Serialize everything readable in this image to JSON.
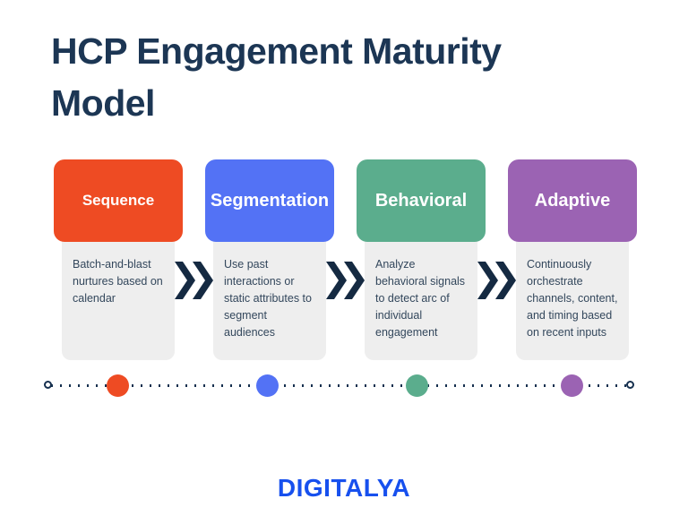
{
  "title": {
    "line1": "HCP Engagement Maturity",
    "line2": "Model"
  },
  "stages": [
    {
      "name": "Sequence",
      "description": "Batch-and-blast nurtures based on calendar",
      "color": "#EE4B23"
    },
    {
      "name": "Segmentation",
      "description": "Use past interactions or static attributes to segment audiences",
      "color": "#5372F5"
    },
    {
      "name": "Behavioral",
      "description": "Analyze behavioral signals to detect arc of individual engagement",
      "color": "#5BAD8D"
    },
    {
      "name": "Adaptive",
      "description": "Continuously orchestrate channels, content, and timing based on recent inputs",
      "color": "#9B63B3"
    }
  ],
  "timeline": {
    "line_color": "#16304F",
    "dots": [
      {
        "color": "#EE4B23"
      },
      {
        "color": "#5372F5"
      },
      {
        "color": "#5BAD8D"
      },
      {
        "color": "#9B63B3"
      }
    ]
  },
  "logo": {
    "text": "DIGITALYA",
    "color": "#1750EE"
  },
  "colors": {
    "title": "#1C3654",
    "body_text": "#33475C",
    "card_bg": "#EEEEEE",
    "chevron": "#152A42",
    "background": "#FFFFFF"
  }
}
